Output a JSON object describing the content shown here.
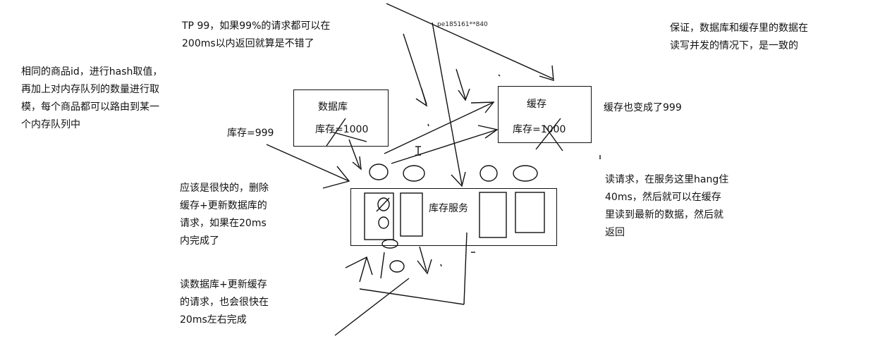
{
  "notes": {
    "tp99": "TP 99，如果99%的请求都可以在\n200ms以内返回就算是不错了",
    "consistency": "保证，数据库和缓存里的数据在\n读写并发的情况下，是一致的",
    "routing": "相同的商品id，进行hash取值，\n再加上对内存队列的数量进行取\n模，每个商品都可以路由到某一\n个内存队列中",
    "cache_changed": "缓存也变成了999",
    "stock_999": "库存=999",
    "read_request": "读请求，在服务这里hang住\n40ms，然后就可以在缓存\n里读到最新的数据，然后就\n返回",
    "fast_delete": "应该是很快的，删除\n缓存+更新数据库的\n请求，如果在20ms\n内完成了",
    "read_db_update": "读数据库+更新缓存\n的请求，也会很快在\n20ms左右完成"
  },
  "watermark": "pe185161**840",
  "database": {
    "title": "数据库",
    "stock": "库存=1000"
  },
  "cache": {
    "title": "缓存",
    "stock": "库存=1000"
  },
  "service": {
    "title": "库存服务"
  }
}
